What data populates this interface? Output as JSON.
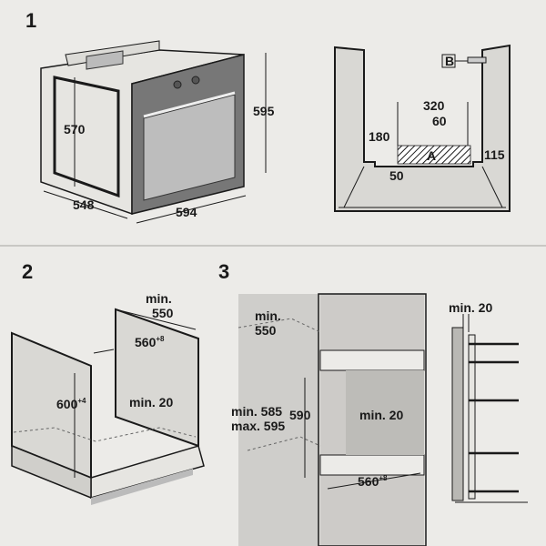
{
  "sections": {
    "one": "1",
    "two": "2",
    "three": "3"
  },
  "fig1": {
    "oven_depth": "570",
    "oven_width_side": "548",
    "oven_width_front": "594",
    "oven_height": "595",
    "cabinet": {
      "label_b": "B",
      "label_a": "A",
      "dim_320": "320",
      "dim_60": "60",
      "dim_180": "180",
      "dim_115": "115",
      "dim_50": "50"
    }
  },
  "fig2": {
    "depth_min": "min.",
    "depth_value": "550",
    "width_value": "560",
    "width_tol": "+8",
    "height_value": "600",
    "height_tol": "+4",
    "gap": "min. 20"
  },
  "fig3": {
    "depth_min": "min.",
    "depth_value": "550",
    "niche_min": "min. 585",
    "niche_max": "max. 595",
    "oven_height": "590",
    "gap": "min. 20",
    "width_value": "560",
    "width_tol": "+8",
    "side_gap": "min. 20"
  }
}
